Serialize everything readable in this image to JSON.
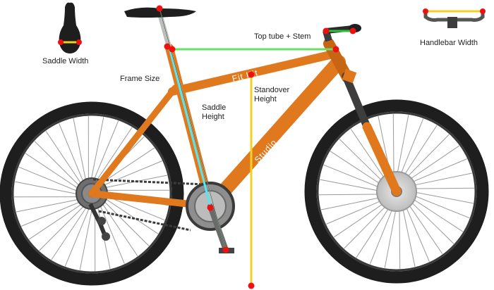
{
  "labels": {
    "saddle_width": "Saddle Width",
    "frame_size": "Frame Size",
    "saddle_height_1": "Saddle",
    "saddle_height_2": "Height",
    "standover_1": "Standover",
    "standover_2": "Height",
    "top_tube_stem": "Top tube + Stem",
    "handlebar_width": "Handlebar Width"
  },
  "frame": {
    "brand": "Fit Kit",
    "model": "Studio"
  },
  "colors": {
    "frame": "#e0781e",
    "frame_dark": "#b85a10",
    "tire": "#1e1e1e",
    "spoke": "#9a9a9a",
    "marker": "#ee1111",
    "top_tube_line": "#66e06a",
    "stem_line": "#2bc23a",
    "frame_size_line": "#55e6f0",
    "standover_line": "#f4d022",
    "handlebar_line": "#f4d022",
    "saddle_line": "#f4d022"
  }
}
